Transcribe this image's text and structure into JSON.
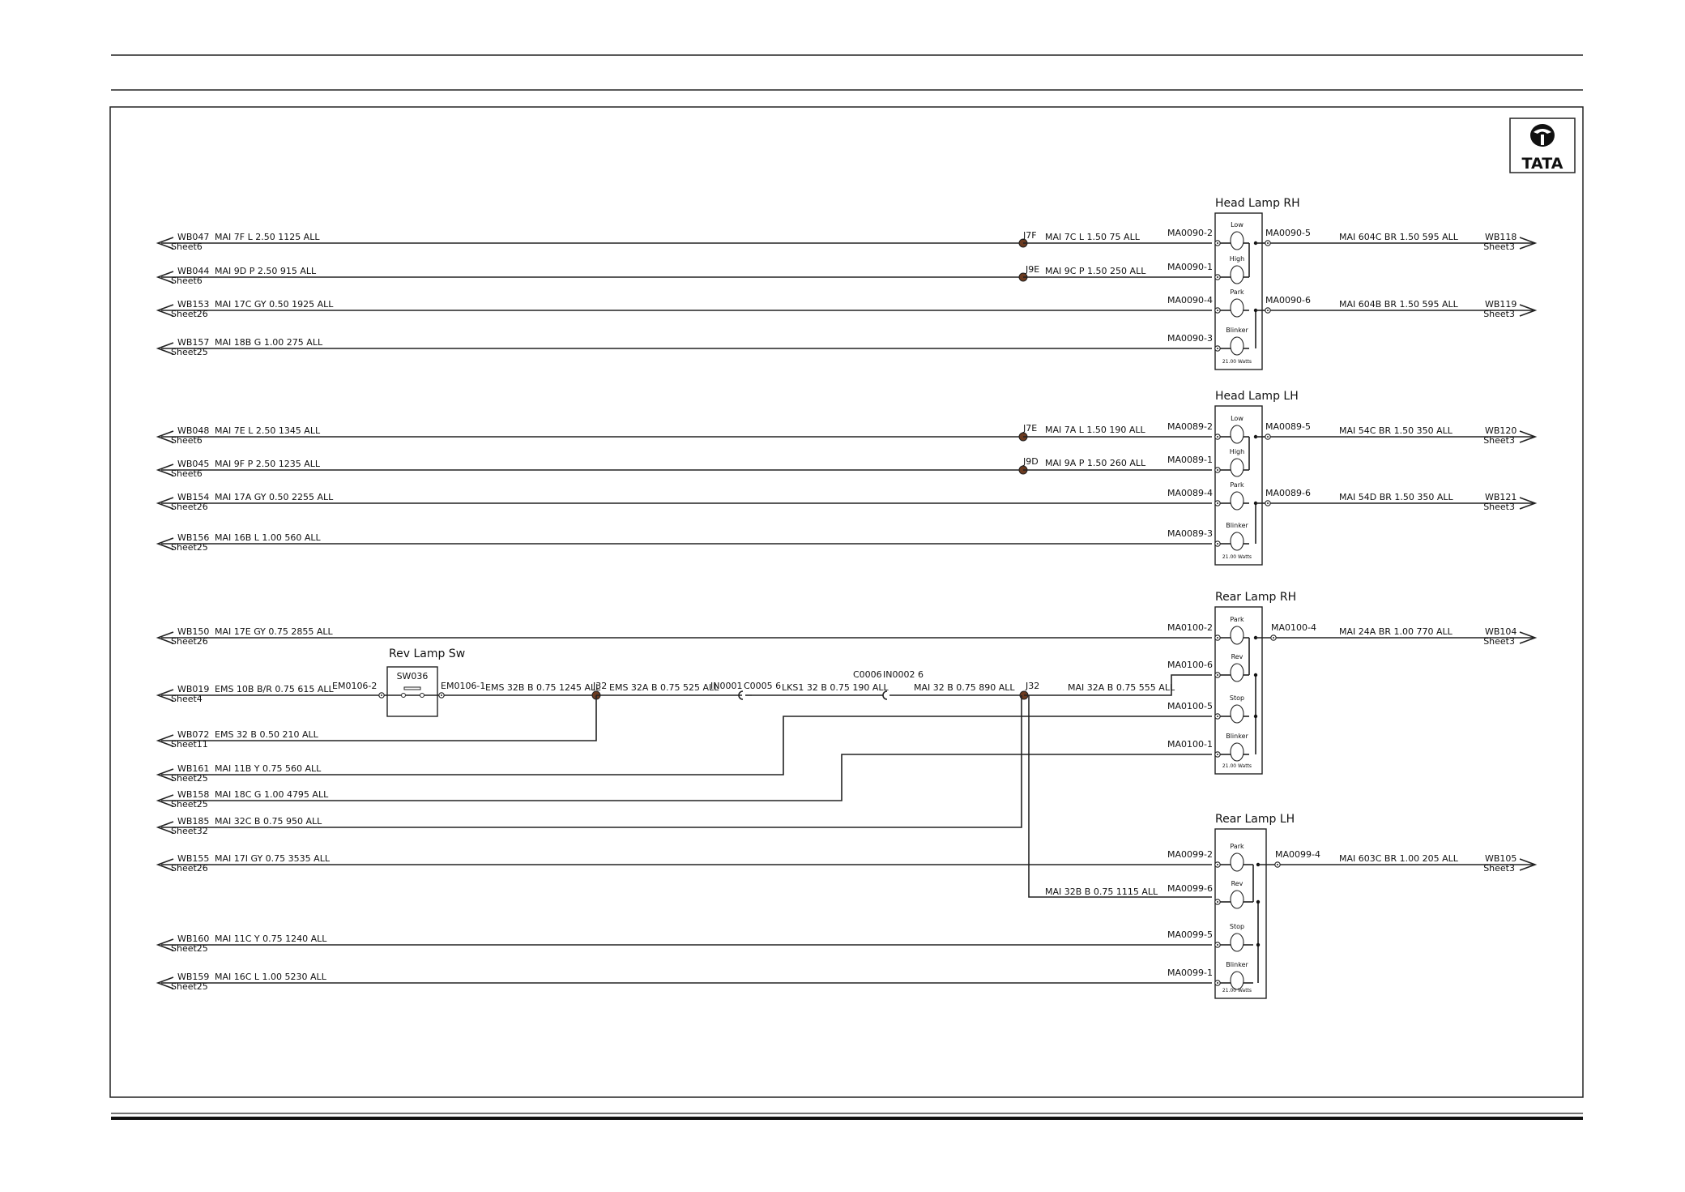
{
  "logo": {
    "text": "TATA"
  },
  "lamps": [
    {
      "title": "Head Lamp RH",
      "bulbs": [
        "Low",
        "High",
        "Park",
        "Blinker"
      ],
      "watts": "21.00 Watts"
    },
    {
      "title": "Head Lamp LH",
      "bulbs": [
        "Low",
        "High",
        "Park",
        "Blinker"
      ],
      "watts": "21.00 Watts"
    },
    {
      "title": "Rear Lamp RH",
      "bulbs": [
        "Park",
        "Rev",
        "Stop",
        "Blinker"
      ],
      "watts": "21.00 Watts"
    },
    {
      "title": "Rear Lamp LH",
      "bulbs": [
        "Park",
        "Rev",
        "Stop",
        "Blinker"
      ],
      "watts": "21.00 Watts"
    }
  ],
  "switch": {
    "title": "Rev Lamp Sw",
    "id": "SW036",
    "left_conn": "EM0106-2",
    "right_conn": "EM0106-1"
  },
  "left_connectors": [
    {
      "id": "WB047",
      "sheet": "Sheet6",
      "wire": "MAI   7F  L  2.50  1125  ALL"
    },
    {
      "id": "WB044",
      "sheet": "Sheet6",
      "wire": "MAI   9D  P  2.50  915  ALL"
    },
    {
      "id": "WB153",
      "sheet": "Sheet26",
      "wire": "MAI   17C  GY  0.50  1925  ALL"
    },
    {
      "id": "WB157",
      "sheet": "Sheet25",
      "wire": "MAI   18B  G  1.00  275  ALL"
    },
    {
      "id": "WB048",
      "sheet": "Sheet6",
      "wire": "MAI   7E  L  2.50  1345  ALL"
    },
    {
      "id": "WB045",
      "sheet": "Sheet6",
      "wire": "MAI   9F  P  2.50  1235  ALL"
    },
    {
      "id": "WB154",
      "sheet": "Sheet26",
      "wire": "MAI   17A  GY  0.50  2255  ALL"
    },
    {
      "id": "WB156",
      "sheet": "Sheet25",
      "wire": "MAI   16B  L  1.00  560  ALL"
    },
    {
      "id": "WB150",
      "sheet": "Sheet26",
      "wire": "MAI   17E  GY  0.75  2855  ALL"
    },
    {
      "id": "WB019",
      "sheet": "Sheet4",
      "wire": "EMS   10B  B/R  0.75  615  ALL"
    },
    {
      "id": "WB072",
      "sheet": "Sheet11",
      "wire": "EMS   32  B  0.50  210  ALL"
    },
    {
      "id": "WB161",
      "sheet": "Sheet25",
      "wire": "MAI   11B  Y  0.75  560  ALL"
    },
    {
      "id": "WB158",
      "sheet": "Sheet25",
      "wire": "MAI   18C  G  1.00  4795  ALL"
    },
    {
      "id": "WB185",
      "sheet": "Sheet32",
      "wire": "MAI   32C  B  0.75  950  ALL"
    },
    {
      "id": "WB155",
      "sheet": "Sheet26",
      "wire": "MAI   17I  GY  0.75  3535  ALL"
    },
    {
      "id": "WB160",
      "sheet": "Sheet25",
      "wire": "MAI   11C  Y  0.75  1240  ALL"
    },
    {
      "id": "WB159",
      "sheet": "Sheet25",
      "wire": "MAI   16C  L  1.00  5230  ALL"
    }
  ],
  "right_connectors": [
    {
      "id": "WB118",
      "sheet": "Sheet3",
      "wire": "MAI   604C  BR  1.50  595  ALL"
    },
    {
      "id": "WB119",
      "sheet": "Sheet3",
      "wire": "MAI   604B  BR  1.50  595  ALL"
    },
    {
      "id": "WB120",
      "sheet": "Sheet3",
      "wire": "MAI              54C  BR  1.50  350  ALL"
    },
    {
      "id": "WB121",
      "sheet": "Sheet3",
      "wire": "MAI   54D  BR  1.50  350  ALL"
    },
    {
      "id": "WB104",
      "sheet": "Sheet3",
      "wire": "MAI   24A  BR  1.00  770  ALL"
    },
    {
      "id": "WB105",
      "sheet": "Sheet3",
      "wire": "MAI   603C  BR  1.00  205  ALL"
    }
  ],
  "splices": [
    {
      "id": "J7F",
      "wire": "MAI   7C  L  1.50  75  ALL"
    },
    {
      "id": "J9E",
      "wire": "MAI   9C  P  1.50  250  ALL"
    },
    {
      "id": "J7E",
      "wire": "MAI   7A  L  1.50  190  ALL"
    },
    {
      "id": "J9D",
      "wire": "MAI   9A  P  1.50  260  ALL"
    },
    {
      "id": "J32",
      "wire": "EMS  32B  B  0.75  1245  ALL"
    },
    {
      "id": "J32",
      "wire": "MAI   32A  B  0.75  555  ALL"
    }
  ],
  "pins": {
    "rh_head": [
      "MA0090-2",
      "MA0090-1",
      "MA0090-4",
      "MA0090-3",
      "MA0090-5",
      "MA0090-6"
    ],
    "lh_head": [
      "MA0089-2",
      "MA0089-1",
      "MA0089-4",
      "MA0089-3",
      "MA0089-5",
      "MA0089-6"
    ],
    "rh_rear": [
      "MA0100-2",
      "MA0100-6",
      "MA0100-5",
      "MA0100-1",
      "MA0100-4"
    ],
    "lh_rear": [
      "MA0099-2",
      "MA0099-6",
      "MA0099-5",
      "MA0099-1",
      "MA0099-4"
    ]
  },
  "mid_labels": {
    "ems32a": "EMS  32A  B  0.75  525  ALL",
    "in0001": "IN0001",
    "c0005": "C0005  6",
    "lks1": "LKS1  32  B  0.75  190  ALL",
    "c0006": "C0006",
    "in0002": "IN0002  6",
    "mai32b": "MAI   32  B  0.75  890  ALL",
    "mai32b_lh": "MAI   32B  B  0.75  1115  ALL"
  }
}
